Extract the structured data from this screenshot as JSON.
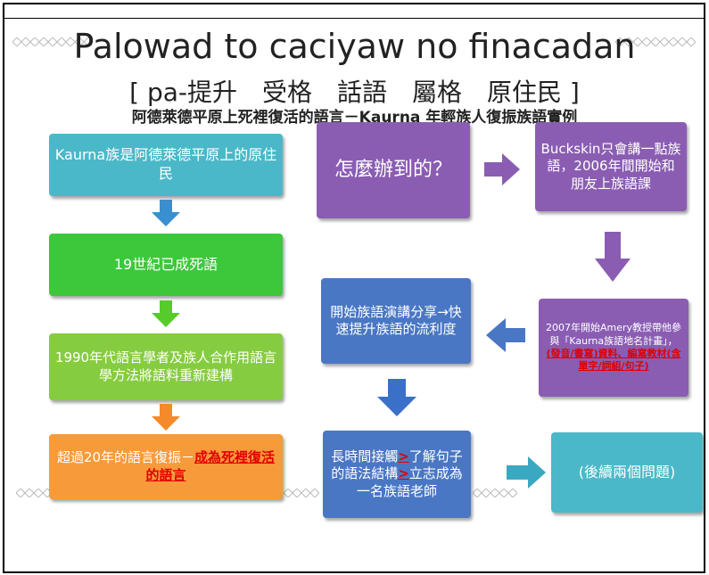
{
  "title": "Palowad to caciyaw no finacadan",
  "gloss": "[ pa-提升　受格　話語　屬格　原住民 ]",
  "subtitle": "阿德萊德平原上死裡復活的語言－Kaurna 年輕族人復振族語實例",
  "left_column": [
    {
      "text": "Kaurna族是阿德萊德平原上的原住民",
      "color": "#4ab8c8"
    },
    {
      "text": "19世紀已成死語",
      "color": "#3dc83b"
    },
    {
      "text": "1990年代語言學者及族人合作用語言學方法將語料重新建構",
      "color": "#86cc40"
    },
    {
      "text_plain": "超過20年的語言復振－",
      "text_emph": "成為死裡復活的語言",
      "color": "#f79a3a"
    }
  ],
  "how": "怎麼辦到的？",
  "buckskin": "Buckskin只會講一點族語，2006年間開始和朋友上族語課",
  "amery": {
    "plain": "2007年開始Amery教授帶他參與「Kaurna族語地名計畫」，",
    "emph": "(發音/書寫)資料、編寫教材(含單字/詞組/句子)"
  },
  "speech": "開始族語演講分享→快速提升族語的流利度",
  "longterm": {
    "p1": "長時間接觸",
    "gt1": ">",
    "p2": "了解句子的語法結構",
    "gt2": ">",
    "p3": "立志成為一名族語老師"
  },
  "followup": "(後續兩個問題)"
}
